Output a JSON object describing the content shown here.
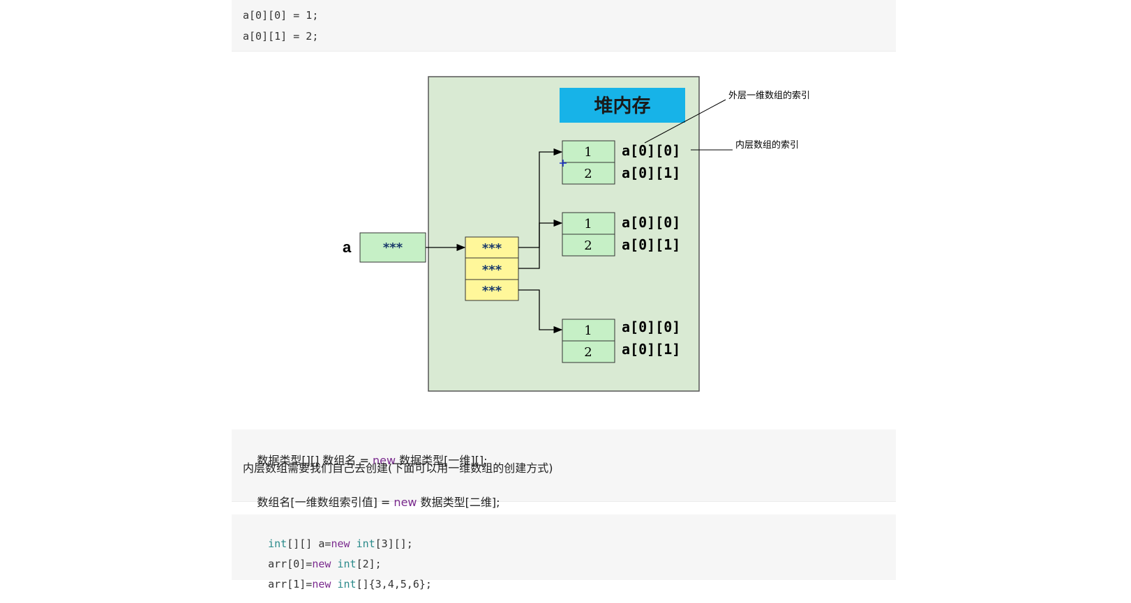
{
  "top_code": {
    "lines": [
      "a[0][0] = 1;",
      "a[0][1] = 2;"
    ]
  },
  "diagram": {
    "heap_label": "堆内存",
    "var_label": "a",
    "var_cell": "***",
    "outer_cells": [
      "***",
      "***",
      "***"
    ],
    "inner_values": [
      "1",
      "2"
    ],
    "index_labels": [
      "a[0][0]",
      "a[0][1]"
    ],
    "annotation_outer": "外层一维数组的索引",
    "annotation_inner": "内层数组的索引",
    "colors": {
      "heap_bg": "#d9ead3",
      "heap_title_bg": "#17b3e8",
      "cell_green": "#c6f0c6",
      "cell_yellow": "#fff79a"
    }
  },
  "syntax_block": {
    "line1_a": "数据类型[][] 数组名 = ",
    "line1_kw": "new",
    "line1_b": " 数据类型[一维][];",
    "line2": "内层数组需要我们自己去创建(下面可以用一维数组的创建方式)",
    "line3_a": "数组名[一维数组索引值] = ",
    "line3_kw": "new",
    "line3_b": " 数据类型[二维];"
  },
  "example_block": {
    "l1_t1": "int",
    "l1_a": "[][] a=",
    "l1_kw": "new",
    "l1_sp": " ",
    "l1_t2": "int",
    "l1_b": "[3][];",
    "l2_a": "arr[0]=",
    "l2_kw": "new",
    "l2_sp": " ",
    "l2_t": "int",
    "l2_b": "[2];",
    "l3_a": "arr[1]=",
    "l3_kw": "new",
    "l3_sp": " ",
    "l3_t": "int",
    "l3_b": "[]{3,4,5,6};"
  }
}
